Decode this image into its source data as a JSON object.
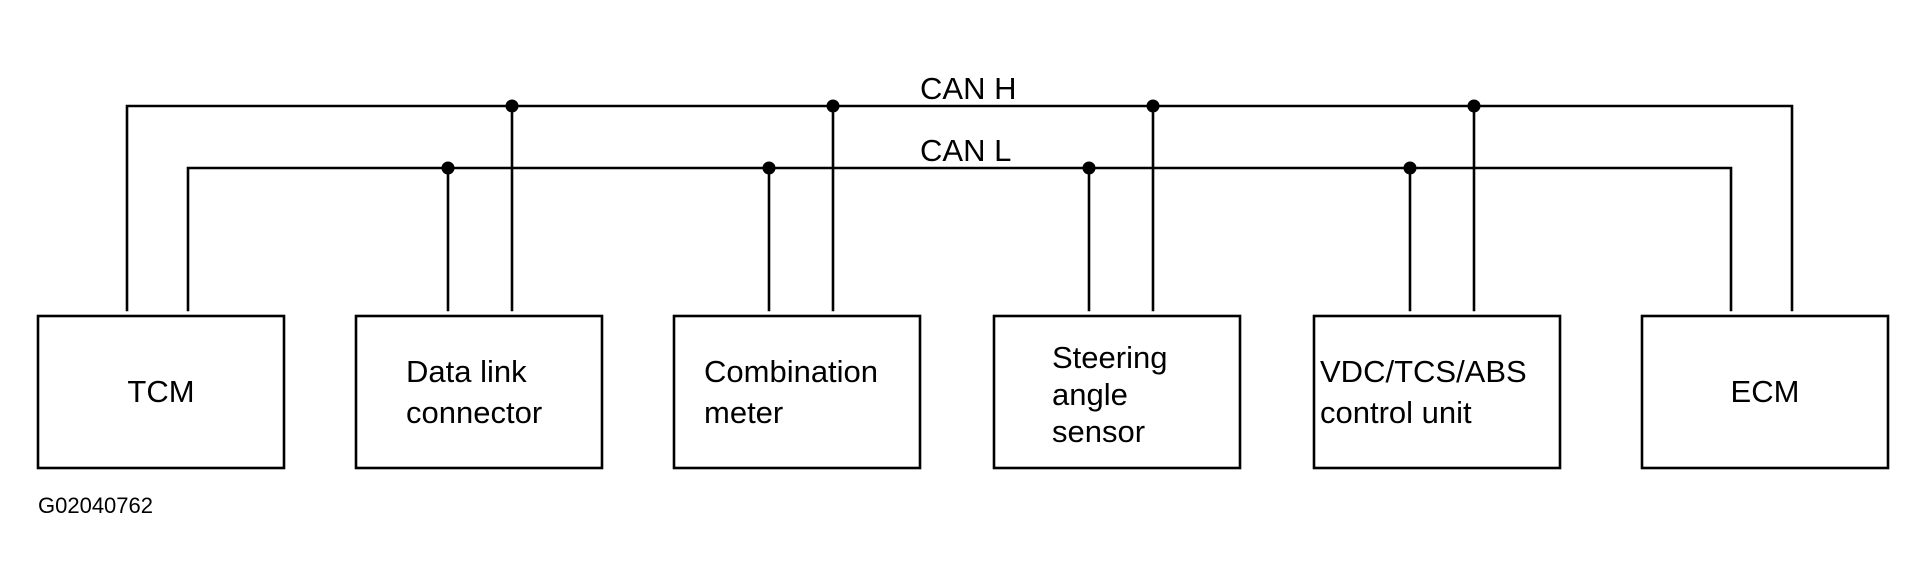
{
  "buses": {
    "can_h": {
      "label": "CAN H"
    },
    "can_l": {
      "label": "CAN L"
    }
  },
  "modules": [
    {
      "id": "tcm",
      "lines": [
        "TCM"
      ]
    },
    {
      "id": "data-link-connector",
      "lines": [
        "Data link",
        "connector"
      ]
    },
    {
      "id": "combination-meter",
      "lines": [
        "Combination",
        "meter"
      ]
    },
    {
      "id": "steering-angle-sensor",
      "lines": [
        "Steering",
        "angle",
        "sensor"
      ]
    },
    {
      "id": "vdc-tcs-abs-control-unit",
      "lines": [
        "VDC/TCS/ABS",
        "control unit"
      ]
    },
    {
      "id": "ecm",
      "lines": [
        "ECM"
      ]
    }
  ],
  "figure_code": "G02040762",
  "colors": {
    "line": "#000000",
    "background": "#ffffff"
  }
}
